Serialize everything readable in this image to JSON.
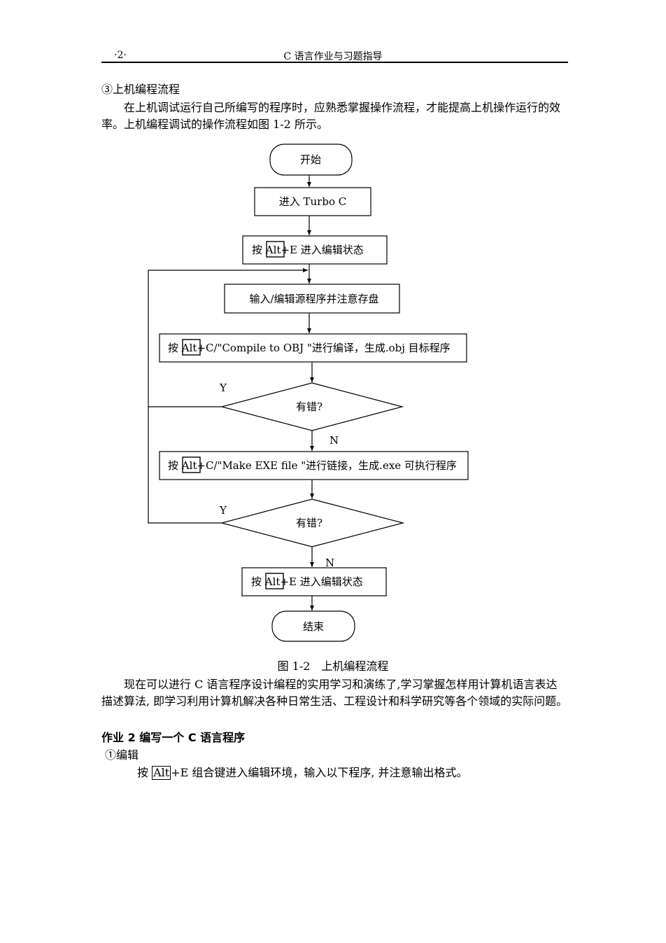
{
  "header": {
    "page_number": "·2·",
    "book_title": "C 语言作业与习题指导"
  },
  "section": {
    "heading": "③上机编程流程",
    "intro": "在上机调试运行自己所编写的程序时，应熟悉掌握操作流程，才能提高上机操作运行的效率。上机编程调试的操作流程如图 1-2 所示。"
  },
  "flowchart": {
    "start": "开始",
    "enter_turbo_c": "进入 Turbo C",
    "step_edit_1": {
      "prefix": "按 ",
      "key": "Alt",
      "suffix": "+E 进入编辑状态"
    },
    "input_edit": "输入/编辑源程序并注意存盘",
    "compile": {
      "prefix": "按 ",
      "key": "Alt",
      "suffix": "+C/\"Compile to OBJ \"进行编译，生成.obj 目标程序"
    },
    "decision_1": {
      "label": "有错?",
      "yes": "Y",
      "no": "N"
    },
    "link": {
      "prefix": "按 ",
      "key": "Alt",
      "suffix": "+C/\"Make EXE file \"进行链接，生成.exe 可执行程序"
    },
    "decision_2": {
      "label": "有错?",
      "yes": "Y",
      "no": "N"
    },
    "step_edit_2": {
      "prefix": "按 ",
      "key": "Alt",
      "suffix": "+E 进入编辑状态"
    },
    "end": "结束",
    "caption": "图 1-2　上机编程流程"
  },
  "paragraph_2": "现在可以进行 C 语言程序设计编程的实用学习和演练了,学习掌握怎样用计算机语言表达描述算法, 即学习利用计算机解决各种日常生活、工程设计和科学研究等各个领域的实际问题。",
  "assignment": {
    "title": "作业 2 编写一个 C 语言程序",
    "step": "①编辑",
    "instruction": {
      "prefix": "按 ",
      "key": "Alt",
      "suffix": "+E 组合键进入编辑环境，输入以下程序, 并注意输出格式。"
    }
  }
}
